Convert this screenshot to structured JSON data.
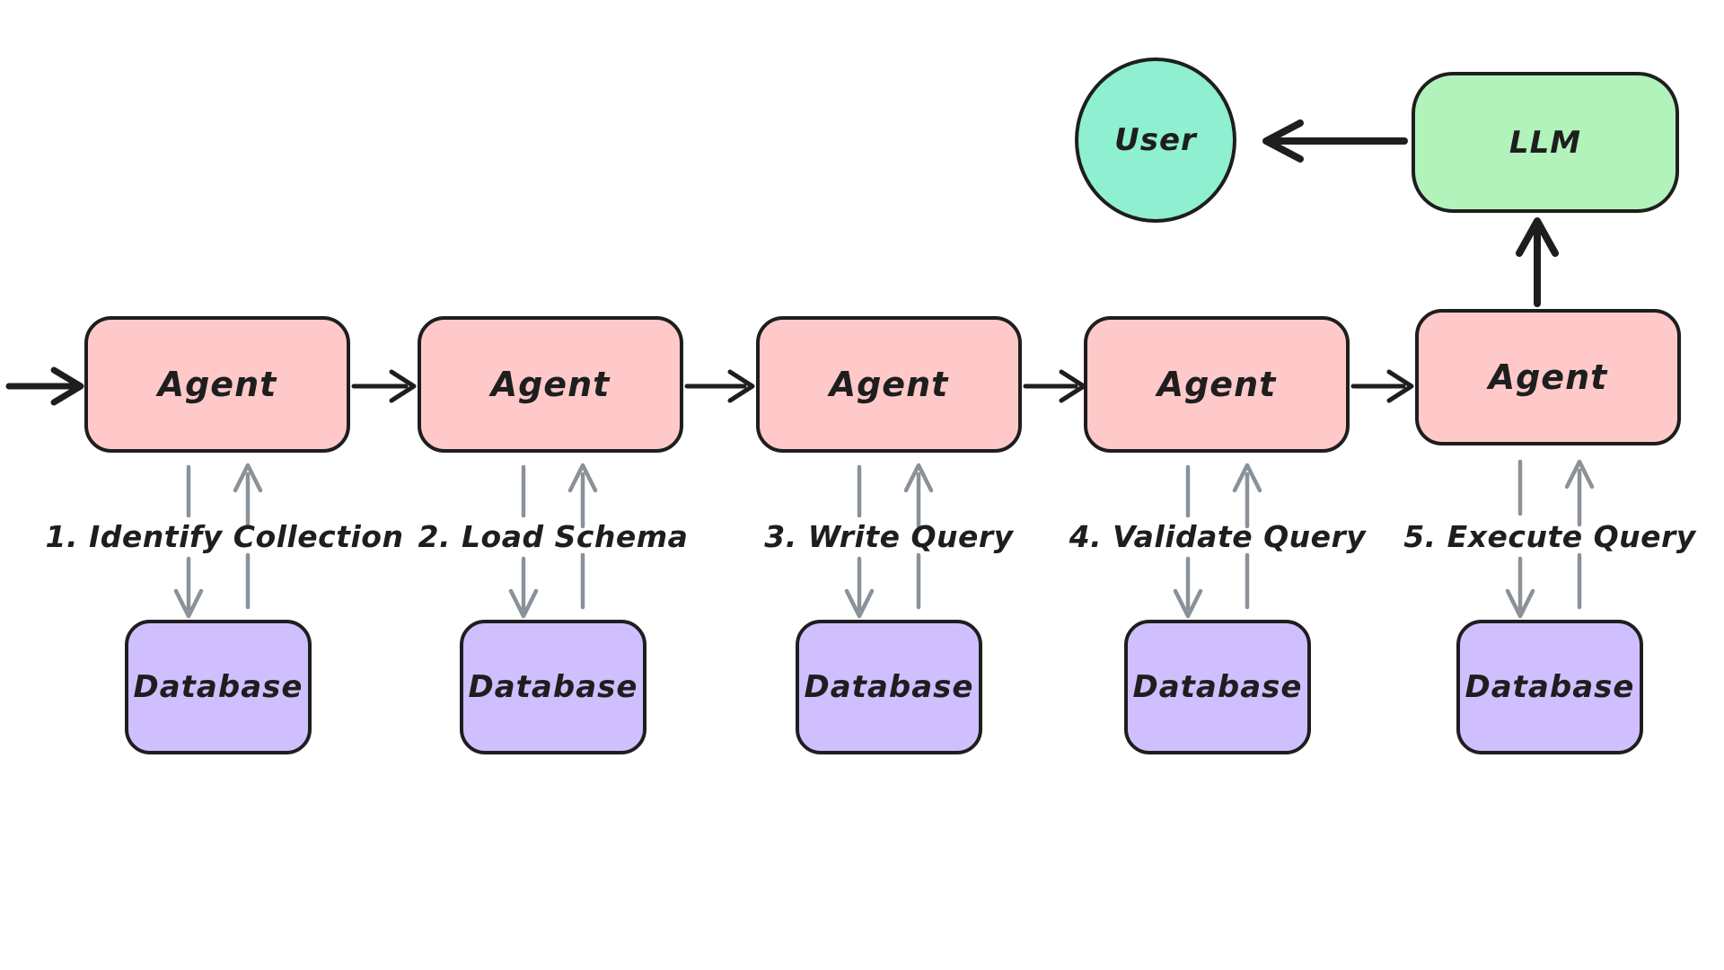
{
  "diagram": {
    "description": "Hand-drawn multi-agent database query pipeline",
    "colors": {
      "agent_fill": "#ffc9c9",
      "database_fill": "#d0bfff",
      "llm_fill": "#b2f2bb",
      "user_fill": "#8fefd1",
      "outline": "#1e1e1e",
      "connector_gray": "#8a9199",
      "background": "#ffffff"
    },
    "user_node": {
      "label": "User"
    },
    "llm_node": {
      "label": "LLM"
    },
    "stages": [
      {
        "agent_label": "Agent",
        "step_label": "1. Identify Collection",
        "database_label": "Database"
      },
      {
        "agent_label": "Agent",
        "step_label": "2. Load Schema",
        "database_label": "Database"
      },
      {
        "agent_label": "Agent",
        "step_label": "3. Write Query",
        "database_label": "Database"
      },
      {
        "agent_label": "Agent",
        "step_label": "4. Validate Query",
        "database_label": "Database"
      },
      {
        "agent_label": "Agent",
        "step_label": "5. Execute Query",
        "database_label": "Database"
      }
    ],
    "edges": [
      {
        "from": "input",
        "to": "agent-1",
        "style": "black-arrow"
      },
      {
        "from": "agent-1",
        "to": "agent-2",
        "style": "black-arrow"
      },
      {
        "from": "agent-2",
        "to": "agent-3",
        "style": "black-arrow"
      },
      {
        "from": "agent-3",
        "to": "agent-4",
        "style": "black-arrow"
      },
      {
        "from": "agent-4",
        "to": "agent-5",
        "style": "black-arrow"
      },
      {
        "from": "agent-1",
        "to": "database-1",
        "style": "gray-bidirectional"
      },
      {
        "from": "agent-2",
        "to": "database-2",
        "style": "gray-bidirectional"
      },
      {
        "from": "agent-3",
        "to": "database-3",
        "style": "gray-bidirectional"
      },
      {
        "from": "agent-4",
        "to": "database-4",
        "style": "gray-bidirectional"
      },
      {
        "from": "agent-5",
        "to": "database-5",
        "style": "gray-bidirectional"
      },
      {
        "from": "agent-5",
        "to": "llm",
        "style": "black-arrow"
      },
      {
        "from": "llm",
        "to": "user",
        "style": "black-arrow"
      }
    ]
  }
}
